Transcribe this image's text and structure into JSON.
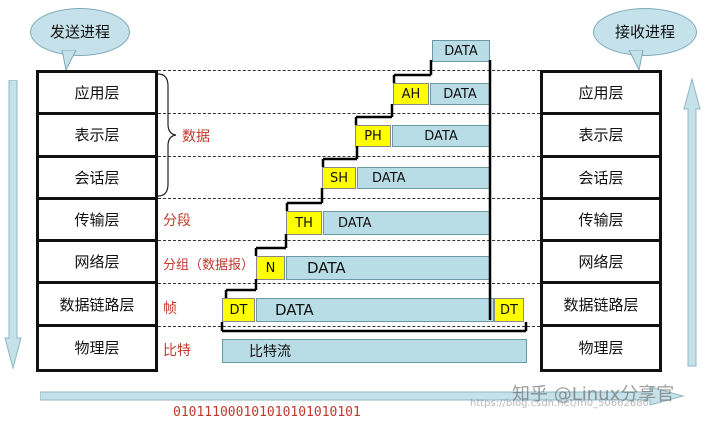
{
  "send_bubble": "发送进程",
  "recv_bubble": "接收进程",
  "layers": [
    "应用层",
    "表示层",
    "会话层",
    "传输层",
    "网络层",
    "数据链路层",
    "物理层"
  ],
  "encap": {
    "data": "DATA",
    "ah": "AH",
    "ph": "PH",
    "sh": "SH",
    "th": "TH",
    "n": "N",
    "dt_left": "DT",
    "dt_right": "DT",
    "bitstream": "比特流"
  },
  "pdu_labels": {
    "data": "数据",
    "segment": "分段",
    "packet": "分组（数据报）",
    "frame": "帧",
    "bit": "比特"
  },
  "bits": "010111000101010101010101",
  "watermark": {
    "main": "知乎 @Linux分享官",
    "url": "https://blog.csdn.net/m0_50662680"
  },
  "colors": {
    "header_yellow": "#ffff00",
    "data_blue": "#b9dde6",
    "label_red": "#c0392b",
    "arrow": "#a9cfd9"
  }
}
